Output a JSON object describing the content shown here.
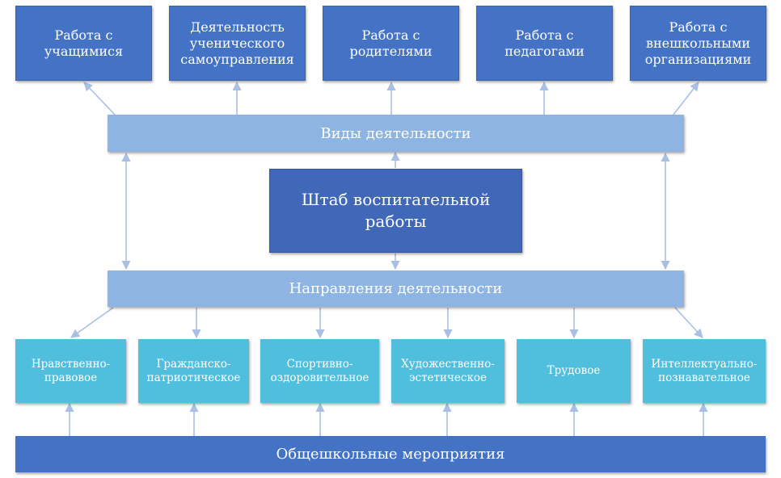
{
  "top_boxes": [
    "Работа с\nучащимися",
    "Деятельность\nученического\nсамоуправления",
    "Работа с\nродителями",
    "Работа с\nпедагогами",
    "Работа с\nвнешкольными\nорганизациями"
  ],
  "activities_bar": "Виды деятельности",
  "center_box": "Штаб воспитательной\nработы",
  "directions_bar": "Направления деятельности",
  "directions": [
    "Нравственно-\nправовое",
    "Гражданско-\nпатриотическое",
    "Спортивно-\nоздоровительное",
    "Художественно-\nэстетическое",
    "Трудовое",
    "Интеллектуально-\nпознавательное"
  ],
  "bottom_bar": "Общешкольные мероприятия",
  "colors": {
    "top_box": "#4472c4",
    "bar": "#8db4e2",
    "center": "#4067b8",
    "direction": "#4fbfdd",
    "bottom": "#4472c4",
    "arrow": "#a9c0e4"
  }
}
